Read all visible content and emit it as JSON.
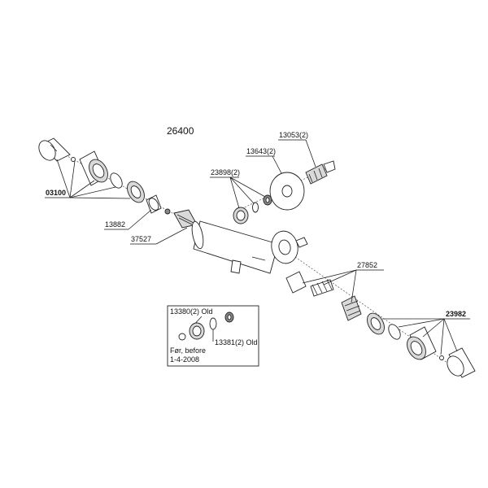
{
  "diagram": {
    "title": "26400",
    "labels": {
      "p03100": "03100",
      "p13882": "13882",
      "p37527": "37527",
      "p23898": "23898(2)",
      "p13643": "13643(2)",
      "p13053": "13053(2)",
      "p27852": "27852",
      "p23982": "23982"
    },
    "inset": {
      "old1": "13380(2) Old",
      "old2": "13381(2) Old",
      "note_line1": "Før, before",
      "note_line2": "1-4-2008"
    }
  }
}
